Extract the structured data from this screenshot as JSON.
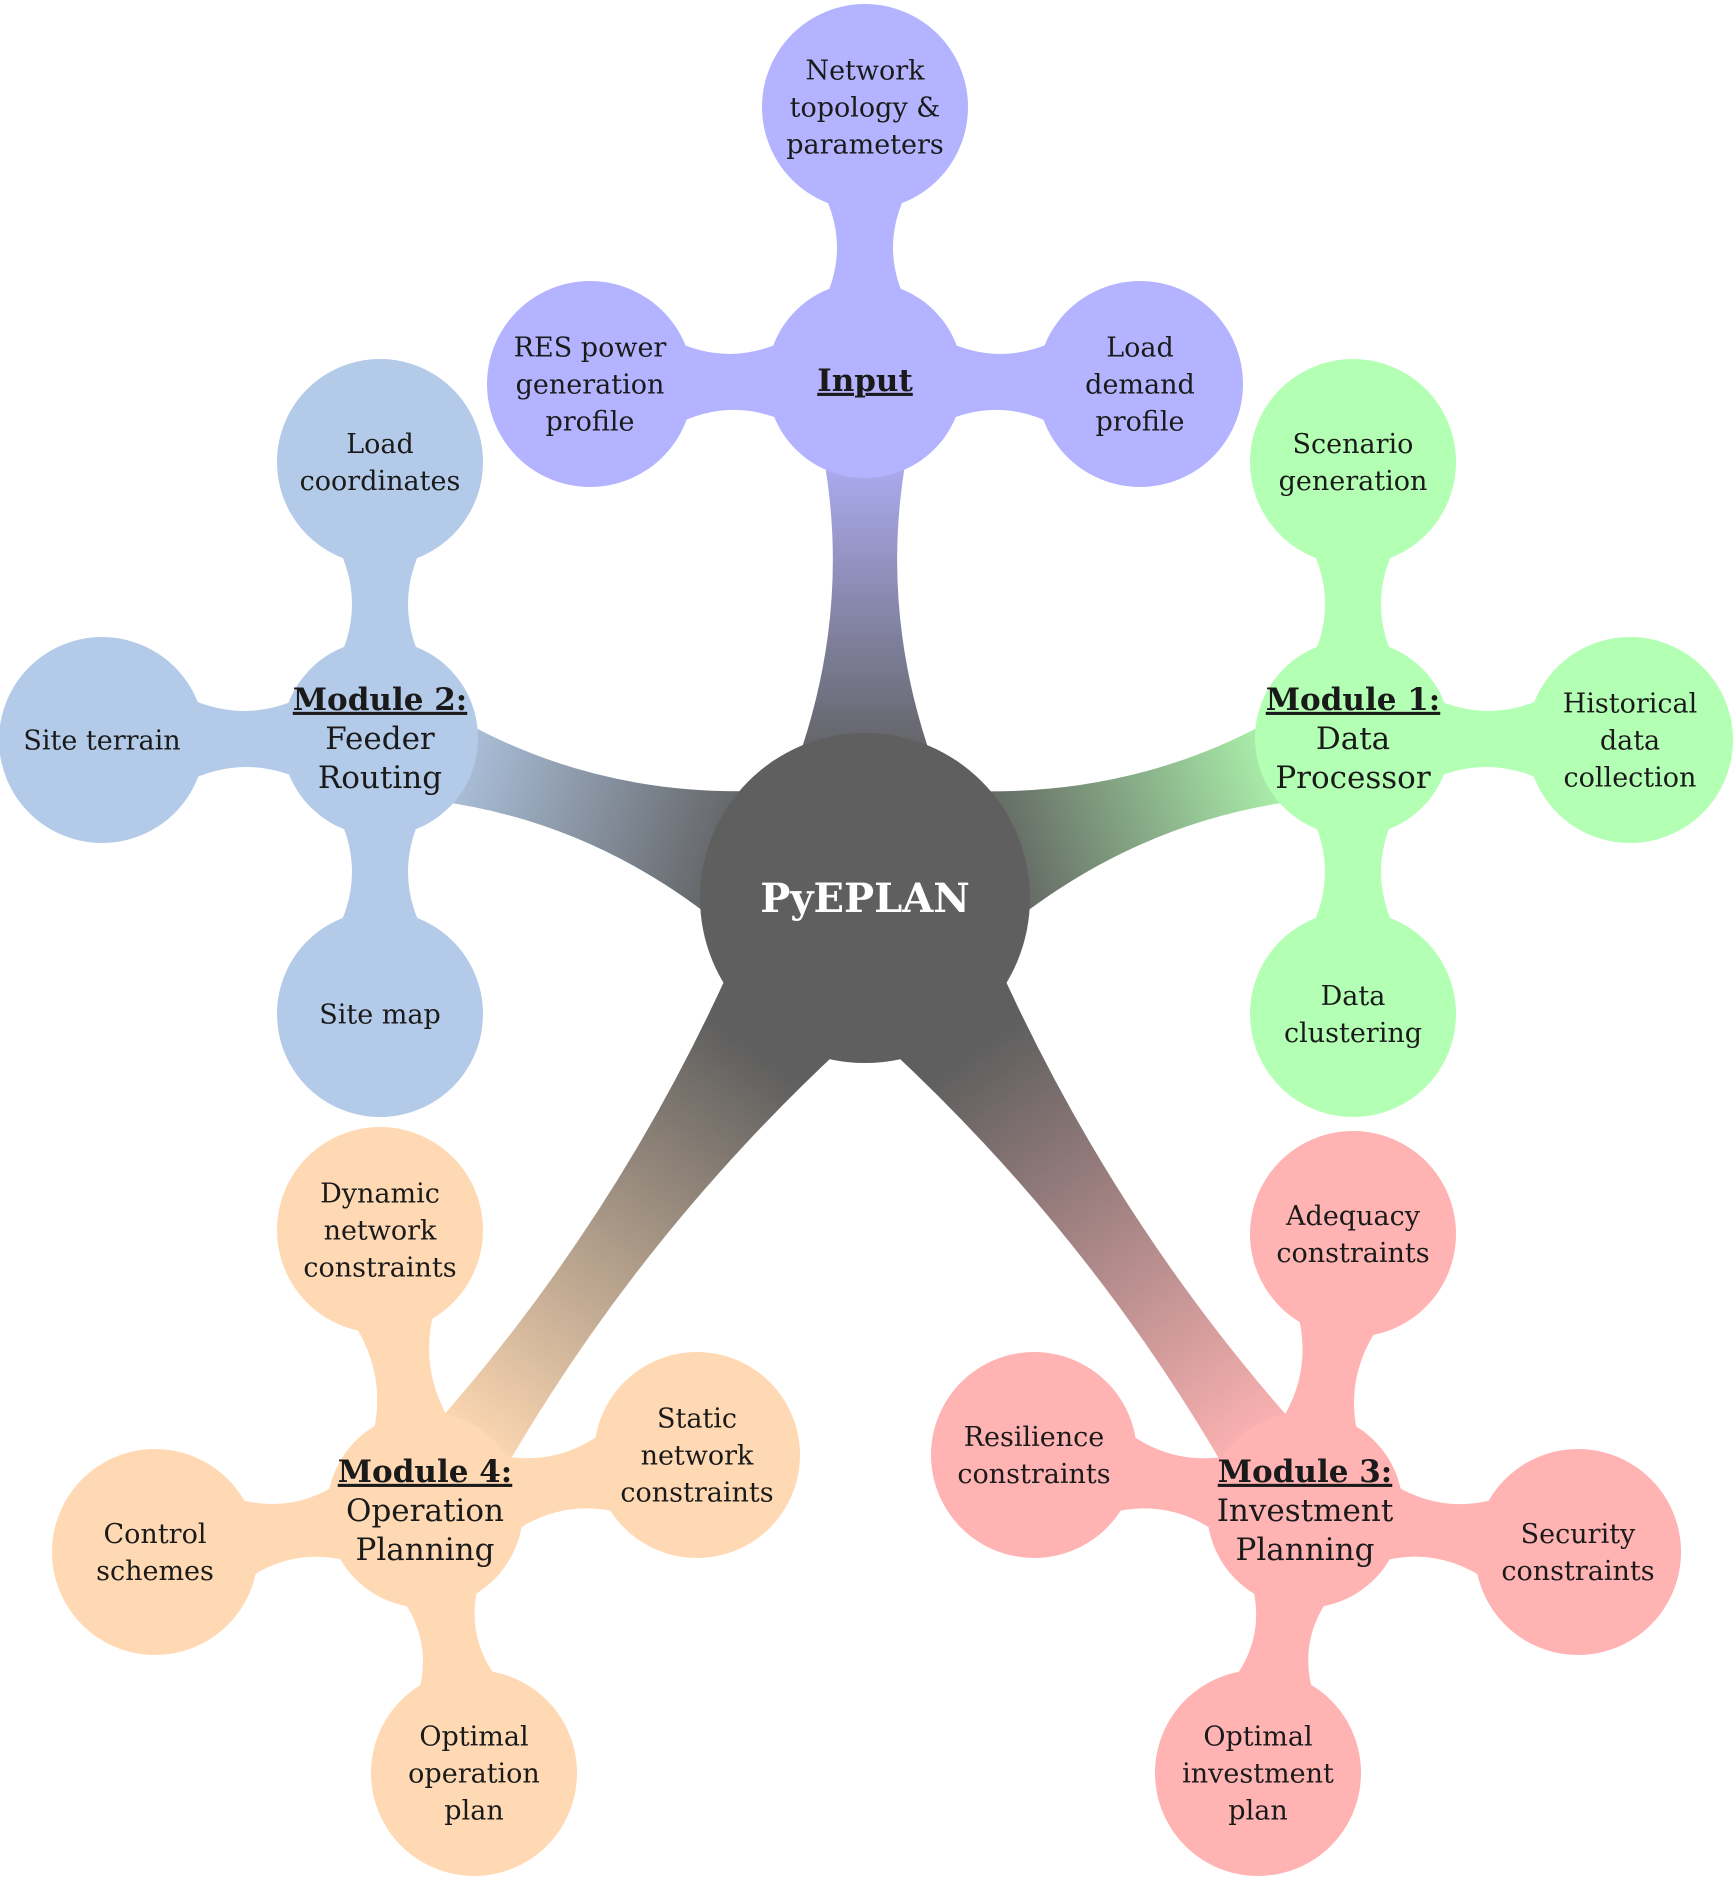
{
  "center": {
    "label": "PyEPLAN",
    "color": "#5f5f5f"
  },
  "hubs": [
    {
      "id": "input",
      "title": "Input",
      "subtitle": [],
      "color": "#b3b3ff",
      "children": [
        {
          "id": "network-topology",
          "lines": [
            "Network",
            "topology &",
            "parameters"
          ]
        },
        {
          "id": "res-power",
          "lines": [
            "RES power",
            "generation",
            "profile"
          ]
        },
        {
          "id": "load-demand",
          "lines": [
            "Load",
            "demand",
            "profile"
          ]
        }
      ]
    },
    {
      "id": "module-1",
      "title": "Module 1:",
      "subtitle": [
        "Data",
        "Processor"
      ],
      "color": "#b3ffb3",
      "children": [
        {
          "id": "scenario-generation",
          "lines": [
            "Scenario",
            "generation"
          ]
        },
        {
          "id": "historical-data",
          "lines": [
            "Historical",
            "data",
            "collection"
          ]
        },
        {
          "id": "data-clustering",
          "lines": [
            "Data",
            "clustering"
          ]
        }
      ]
    },
    {
      "id": "module-2",
      "title": "Module 2:",
      "subtitle": [
        "Feeder",
        "Routing"
      ],
      "color": "#b3cae8",
      "children": [
        {
          "id": "load-coordinates",
          "lines": [
            "Load",
            "coordinates"
          ]
        },
        {
          "id": "site-terrain",
          "lines": [
            "Site terrain"
          ]
        },
        {
          "id": "site-map",
          "lines": [
            "Site map"
          ]
        }
      ]
    },
    {
      "id": "module-3",
      "title": "Module 3:",
      "subtitle": [
        "Investment",
        "Planning"
      ],
      "color": "#ffb3b3",
      "children": [
        {
          "id": "adequacy",
          "lines": [
            "Adequacy",
            "constraints"
          ]
        },
        {
          "id": "resilience",
          "lines": [
            "Resilience",
            "constraints"
          ]
        },
        {
          "id": "security",
          "lines": [
            "Security",
            "constraints"
          ]
        },
        {
          "id": "optimal-investment",
          "lines": [
            "Optimal",
            "investment",
            "plan"
          ]
        }
      ]
    },
    {
      "id": "module-4",
      "title": "Module 4:",
      "subtitle": [
        "Operation",
        "Planning"
      ],
      "color": "#ffd9b3",
      "children": [
        {
          "id": "dynamic-network",
          "lines": [
            "Dynamic",
            "network",
            "constraints"
          ]
        },
        {
          "id": "static-network",
          "lines": [
            "Static",
            "network",
            "constraints"
          ]
        },
        {
          "id": "control-schemes",
          "lines": [
            "Control",
            "schemes"
          ]
        },
        {
          "id": "optimal-operation",
          "lines": [
            "Optimal",
            "operation",
            "plan"
          ]
        }
      ]
    }
  ]
}
